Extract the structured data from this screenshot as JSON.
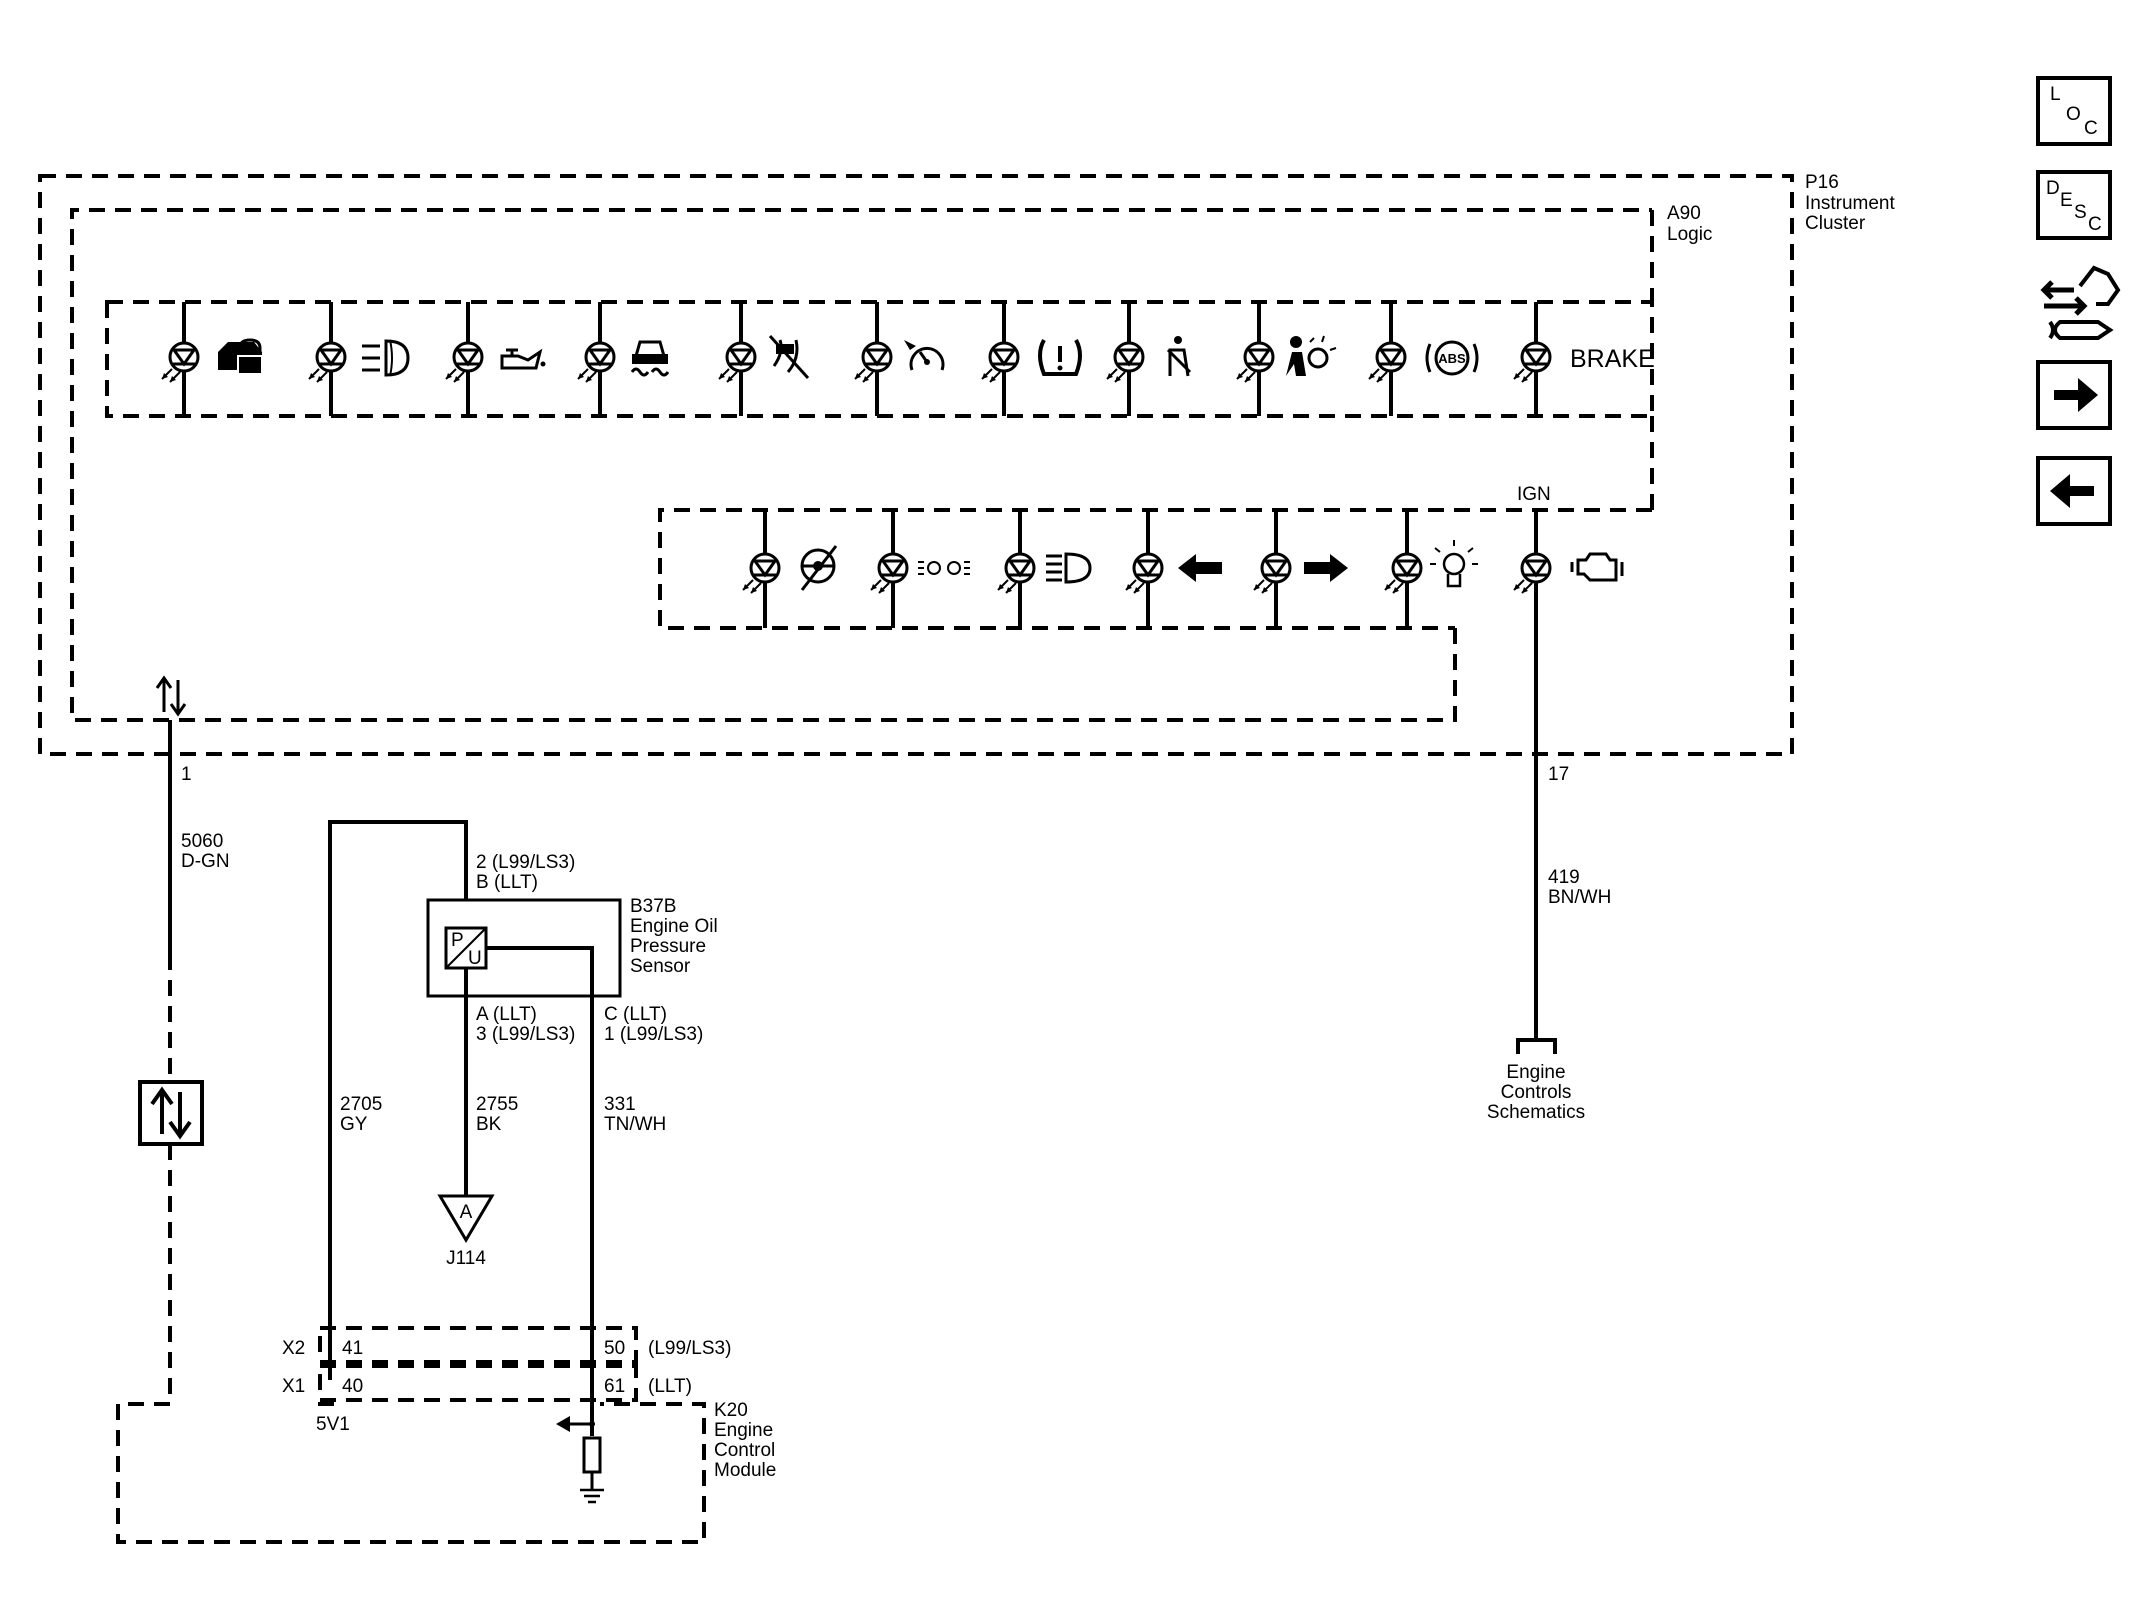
{
  "components": {
    "p16": [
      "P16",
      "Instrument",
      "Cluster"
    ],
    "a90": [
      "A90",
      "Logic"
    ],
    "b37b": [
      "B37B",
      "Engine Oil",
      "Pressure",
      "Sensor"
    ],
    "k20": [
      "K20",
      "Engine",
      "Control",
      "Module"
    ],
    "engine_controls": [
      "Engine",
      "Controls",
      "Schematics"
    ]
  },
  "indicators": {
    "brake_label": "BRAKE",
    "ign_label": "IGN",
    "abs_label": "ABS",
    "row1_icons": [
      "security-icon",
      "fog-lamp-icon",
      "oil-pressure-icon",
      "traction-control-icon",
      "traction-off-icon",
      "cruise-control-icon",
      "tire-pressure-icon",
      "seatbelt-icon",
      "airbag-icon",
      "abs-icon",
      "brake-text"
    ],
    "row2_icons": [
      "steering-wheel-icon",
      "parking-lamp-icon",
      "high-beam-icon",
      "left-turn-arrow-icon",
      "right-turn-arrow-icon",
      "bulb-icon",
      "check-engine-icon"
    ]
  },
  "circuits": {
    "c5060": {
      "pin": "1",
      "number": "5060",
      "color": "D-GN"
    },
    "c419": {
      "pin": "17",
      "number": "419",
      "color": "BN/WH"
    },
    "c2705": {
      "number": "2705",
      "color": "GY"
    },
    "c2755": {
      "number": "2755",
      "color": "BK"
    },
    "c331": {
      "number": "331",
      "color": "TN/WH"
    }
  },
  "pins": {
    "sensor_top_1": "2 (L99/LS3)",
    "sensor_top_2": "B (LLT)",
    "sensor_a_1": "A (LLT)",
    "sensor_a_2": "3 (L99/LS3)",
    "sensor_c_1": "C (LLT)",
    "sensor_c_2": "1 (L99/LS3)",
    "sensor_p": "P",
    "sensor_u": "U"
  },
  "ground": {
    "letter": "A",
    "name": "J114"
  },
  "ecm": {
    "x2": "X2",
    "x1": "X1",
    "x2_left": "41",
    "x2_right": "50",
    "x2_variant": "(L99/LS3)",
    "x1_left": "40",
    "x1_right": "61",
    "x1_variant": "(LLT)",
    "ref": "5V1"
  },
  "nav": {
    "loc": {
      "l": "L",
      "o": "O",
      "c": "C"
    },
    "desc": {
      "d": "D",
      "e": "E",
      "s": "S",
      "c": "C"
    }
  }
}
